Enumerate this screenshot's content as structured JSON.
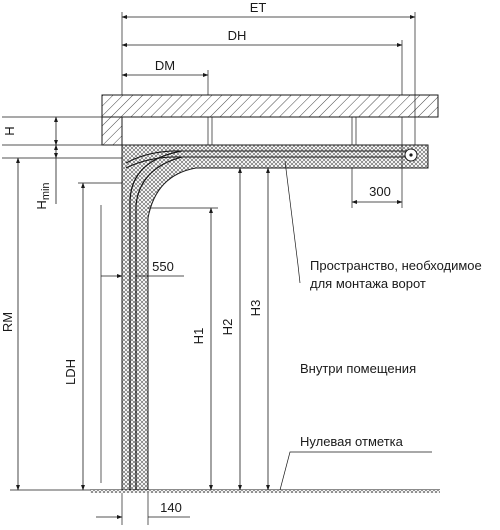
{
  "dimensions": {
    "et": "ET",
    "dh": "DH",
    "dm": "DM",
    "h": "H",
    "h_min_base": "H",
    "h_min_sub": "min",
    "rm": "RM",
    "ldh": "LDH",
    "h1": "H1",
    "h2": "H2",
    "h3": "H3",
    "d550": "550",
    "d300": "300",
    "d140": "140"
  },
  "annotations": {
    "space_line1": "Пространство, необходимое",
    "space_line2": "для монтажа ворот",
    "inside": "Внутри помещения",
    "zero_mark": "Нулевая отметка"
  }
}
